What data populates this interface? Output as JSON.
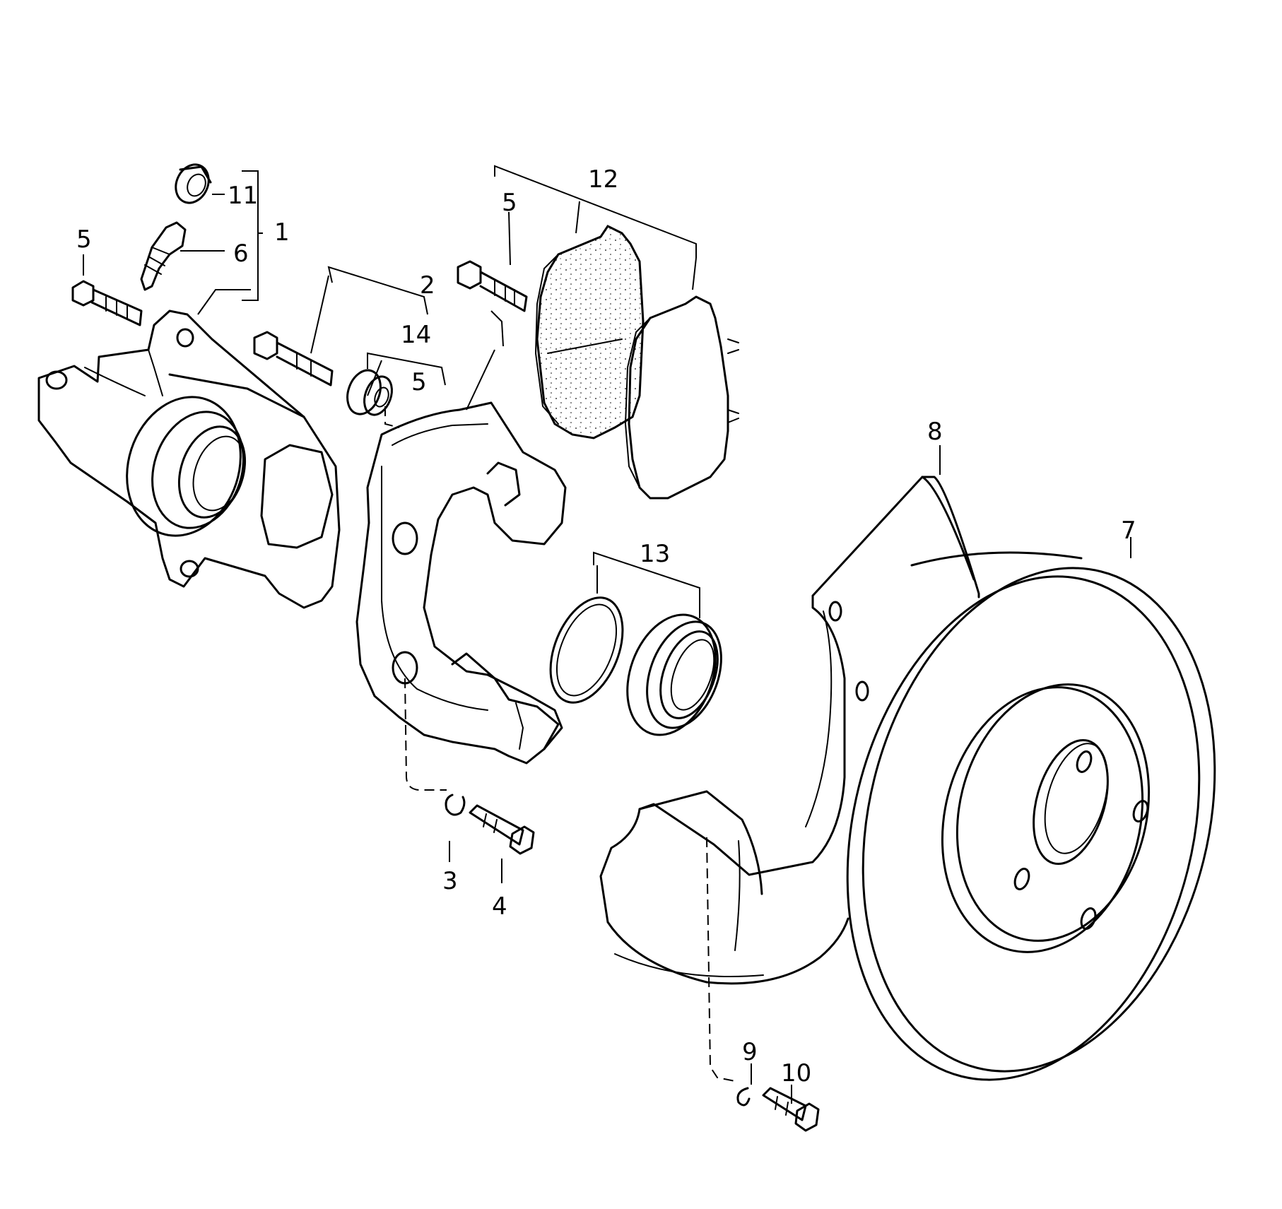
{
  "callouts": {
    "c1": "1",
    "c2": "2",
    "c3": "3",
    "c4": "4",
    "c5a": "5",
    "c5b": "5",
    "c5c": "5",
    "c6": "6",
    "c7": "7",
    "c8": "8",
    "c9": "9",
    "c10": "10",
    "c11": "11",
    "c12": "12",
    "c13": "13",
    "c14": "14"
  }
}
